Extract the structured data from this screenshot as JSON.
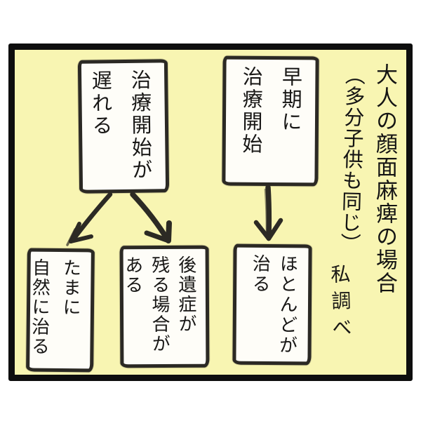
{
  "panel": {
    "background_color": "#f8f5b2",
    "frame_color": "#0e0e0e",
    "box_fill_color": "#fefdf8",
    "ink_color": "#2c2a24"
  },
  "title": {
    "main": "大人の顔面麻痺の場合",
    "sub": "（多分子供も同じ）",
    "note": "私調べ"
  },
  "boxes": [
    {
      "name": "treatment-start-delayed",
      "text": "治療開始が\n遅れる"
    },
    {
      "name": "early-treatment-start",
      "text": "早期に\n治療開始"
    },
    {
      "name": "sometimes-heals-naturally",
      "text": "たまに\n自然に治る"
    },
    {
      "name": "aftereffects-may-remain",
      "text": "後遺症が\n残る場合が\nある"
    },
    {
      "name": "mostly-heals",
      "text": "ほとんどが\n治る"
    }
  ],
  "arrows": [
    {
      "name": "delayed-to-natural-heal",
      "from": "treatment-start-delayed",
      "to": "sometimes-heals-naturally"
    },
    {
      "name": "delayed-to-aftereffects",
      "from": "treatment-start-delayed",
      "to": "aftereffects-may-remain"
    },
    {
      "name": "early-to-mostly-heals",
      "from": "early-treatment-start",
      "to": "mostly-heals"
    }
  ]
}
